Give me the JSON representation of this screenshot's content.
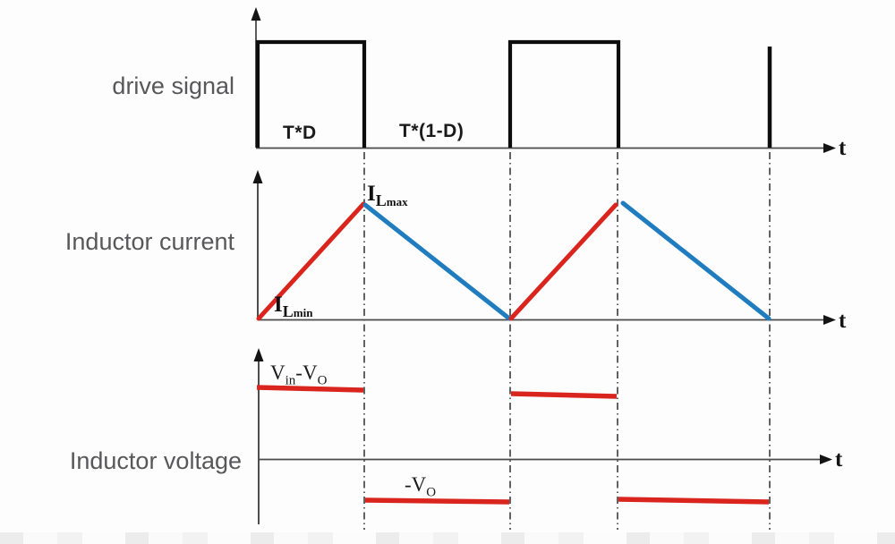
{
  "colors": {
    "rising_red": "#d9251d",
    "falling_blue": "#1f7dbf",
    "waveform_black": "#0d0d0d",
    "axis_gray": "#4a4a4a",
    "dashdot_gray": "#3c3c3c",
    "row_label_gray": "#58585a"
  },
  "drive_plot": {
    "row_label": "drive signal",
    "on_time_label": "T*D",
    "off_time_label": "T*(1-D)",
    "time_axis_label": "t"
  },
  "current_plot": {
    "row_label": "Inductor current",
    "peak_label": {
      "base": "I",
      "sub_l": "L",
      "sub_small": "max"
    },
    "valley_label": {
      "base": "I",
      "sub_l": "L",
      "sub_small": "min"
    },
    "time_axis_label": "t"
  },
  "voltage_plot": {
    "row_label": "Inductor voltage",
    "high_level_label": {
      "v1": "V",
      "v1_sub": "in",
      "minus_v2": "-V",
      "v2_sub": "O"
    },
    "low_level_label": {
      "base": "-V",
      "sub": "O"
    },
    "time_axis_label": "t"
  }
}
